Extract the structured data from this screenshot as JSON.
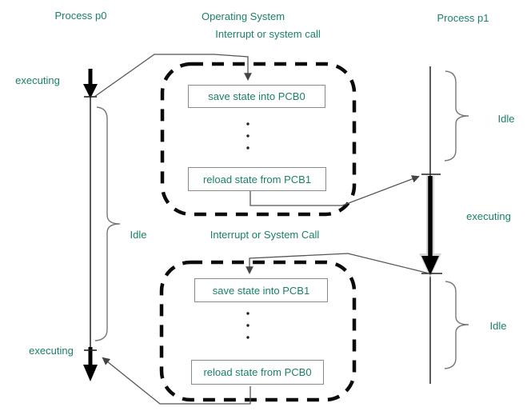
{
  "diagram": {
    "header": {
      "left_title": "Process p0",
      "center_title": "Operating System",
      "center_subtitle": "Interrupt or system call",
      "right_title": "Process p1"
    },
    "middle_label": "Interrupt or System Call",
    "p0": {
      "executing_top": "executing",
      "idle": "Idle",
      "executing_bottom": "executing"
    },
    "p1": {
      "idle_top": "Idle",
      "executing": "executing",
      "idle_bottom": "Idle"
    },
    "os_boxes": {
      "save_pcb0": "save state into PCB0",
      "reload_pcb1": "reload state from PCB1",
      "save_pcb1": "save state into PCB1",
      "reload_pcb0": "reload state from PCB0"
    },
    "colors": {
      "label_text": "#1a8068",
      "connector_line": "#555555",
      "dashed_border": "#0b0b0b",
      "box_border": "#8a8a8a",
      "timeline": "#333333"
    }
  }
}
